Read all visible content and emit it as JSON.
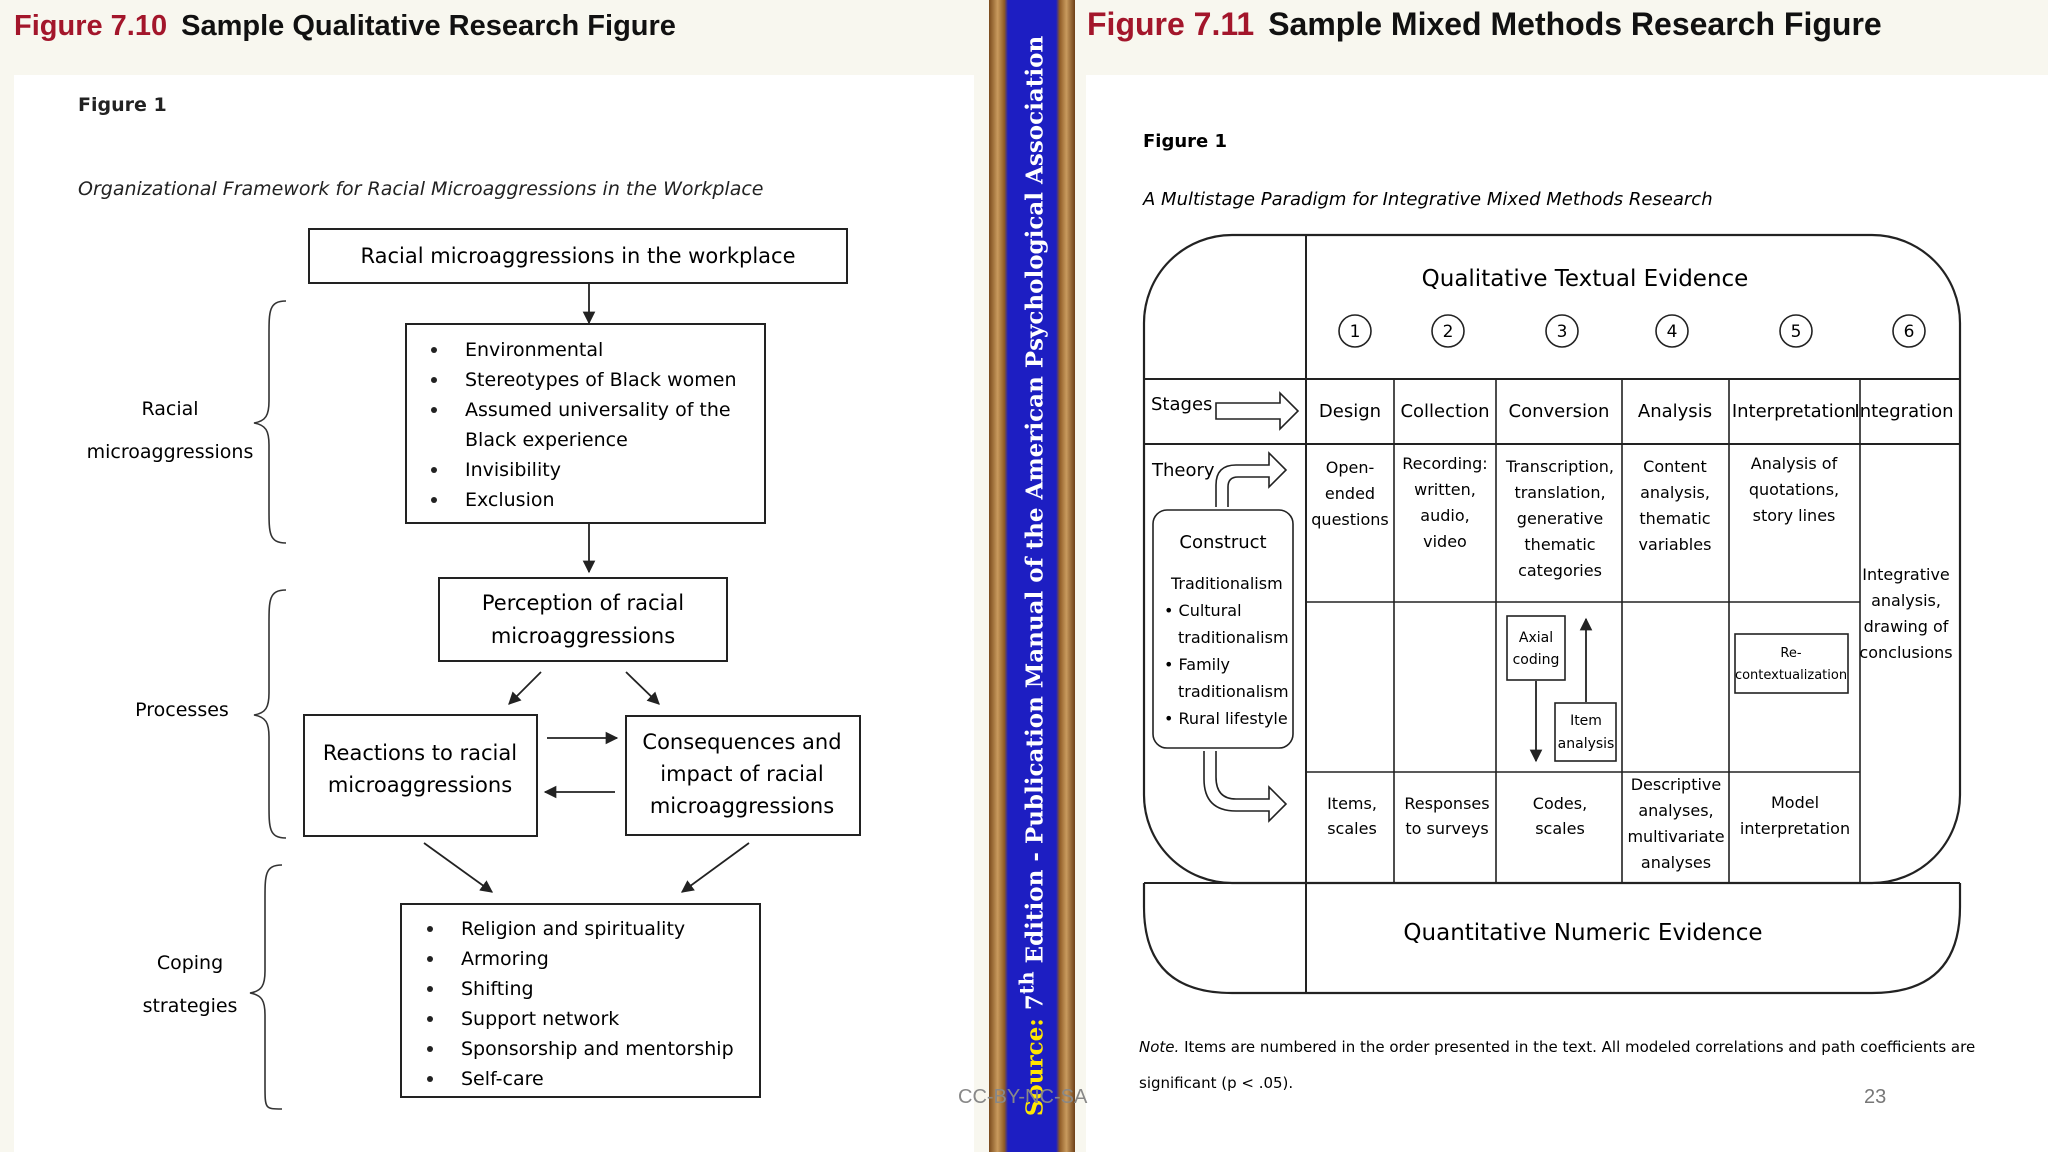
{
  "left": {
    "figure_number": "Figure 7.10",
    "figure_title": "Sample Qualitative Research Figure",
    "fig_label": "Figure 1",
    "fig_caption": "Organizational Framework for Racial Microaggressions in the Workplace",
    "top_box": "Racial microaggressions in the workplace",
    "side_labels": {
      "racial_1": "Racial",
      "racial_2": "microaggressions",
      "processes": "Processes",
      "coping_1": "Coping",
      "coping_2": "strategies"
    },
    "bullet_box_1": [
      "Environmental",
      "Stereotypes of Black women",
      "Assumed universality of the",
      "Black experience",
      "Invisibility",
      "Exclusion"
    ],
    "perception_box": [
      "Perception of racial",
      "microaggressions"
    ],
    "reactions_box": [
      "Reactions to racial",
      "microaggressions"
    ],
    "consequences_box": [
      "Consequences and",
      "impact of racial",
      "microaggressions"
    ],
    "coping_box": [
      "Religion and spirituality",
      "Armoring",
      "Shifting",
      "Support network",
      "Sponsorship and mentorship",
      "Self-care"
    ]
  },
  "spine": {
    "source_label": "Source:",
    "edition_prefix": "7",
    "edition_sup": "th",
    "edition_text": " Edition - Publication Manual of the American Psychological Association"
  },
  "right": {
    "figure_number": "Figure 7.11",
    "figure_title": "Sample Mixed Methods Research Figure",
    "fig_label": "Figure 1",
    "fig_caption": "A Multistage Paradigm for Integrative Mixed Methods Research",
    "qual_header": "Qualitative Textual Evidence",
    "quant_footer": "Quantitative Numeric Evidence",
    "step_numbers": [
      "1",
      "2",
      "3",
      "4",
      "5",
      "6"
    ],
    "stages_label": "Stages",
    "theory_label": "Theory",
    "stages": [
      "Design",
      "Collection",
      "Conversion",
      "Analysis",
      "Interpretation",
      "Integration"
    ],
    "construct": {
      "title": "Construct",
      "lines": [
        "Traditionalism",
        "• Cultural",
        "traditionalism",
        "• Family",
        "traditionalism",
        "• Rural lifestyle"
      ]
    },
    "qual_row": [
      [
        "Open-",
        "ended",
        "questions"
      ],
      [
        "Recording:",
        "written,",
        "audio,",
        "video"
      ],
      [
        "Transcription,",
        "translation,",
        "generative",
        "thematic",
        "categories"
      ],
      [
        "Content",
        "analysis,",
        "thematic",
        "variables"
      ],
      [
        "Analysis of",
        "quotations,",
        "story lines"
      ]
    ],
    "integration_text": [
      "Integrative",
      "analysis,",
      "drawing of",
      "conclusions"
    ],
    "axial_coding": [
      "Axial",
      "coding"
    ],
    "item_analysis": [
      "Item",
      "analysis"
    ],
    "recontext": [
      "Re-",
      "contextualization"
    ],
    "quant_row": [
      [
        "Items,",
        "scales"
      ],
      [
        "Responses",
        "to surveys"
      ],
      [
        "Codes,",
        "scales"
      ],
      [
        "Descriptive",
        "analyses,",
        "multivariate",
        "analyses"
      ],
      [
        "Model",
        "interpretation"
      ]
    ],
    "note_label": "Note.",
    "note_line1": "Items are numbered in the order presented in the text. All modeled correlations and path coefficients are",
    "note_line2": "significant (p < .05)."
  },
  "footer": {
    "license": "CC-BY-NC-SA",
    "page_number": "23"
  },
  "colors": {
    "figure_number_red": "#a3162b",
    "spine_blue": "#1d1ec2",
    "spine_source_yellow": "#ffe600"
  }
}
